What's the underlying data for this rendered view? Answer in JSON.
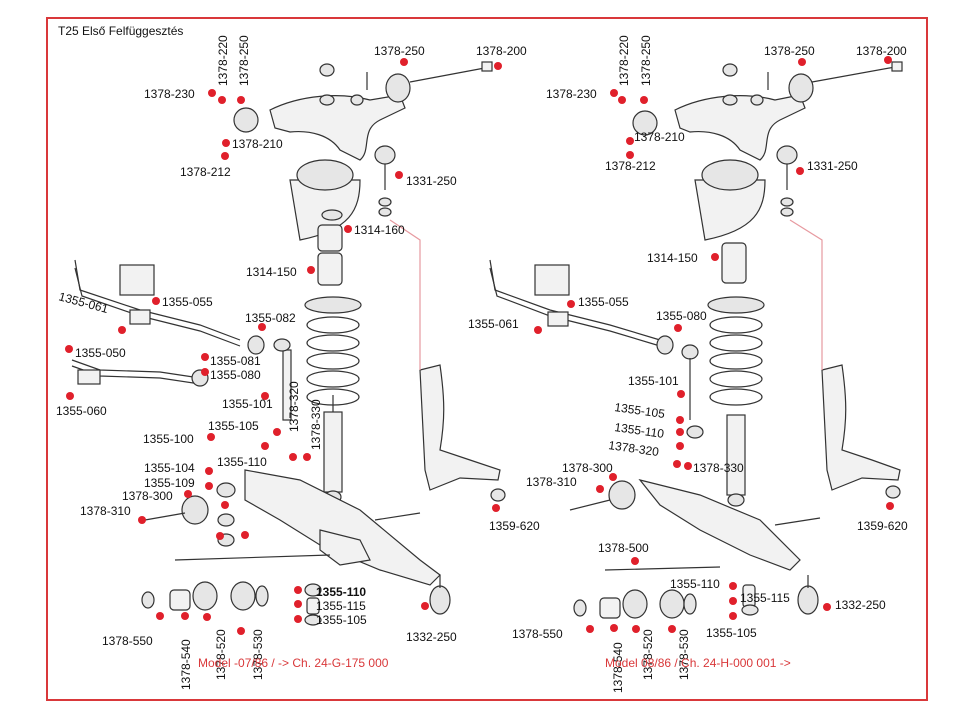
{
  "title": "T25 Első Felfüggesztés",
  "colors": {
    "frame": "#d9383a",
    "dot": "#e0202b",
    "caption": "#d9383a"
  },
  "left": {
    "caption": "Model -07/86 / -> Ch. 24-G-175 000",
    "labels": {
      "l1378_220": "1378-220",
      "l1378_250a": "1378-250",
      "l1378_250b": "1378-250",
      "l1378_200": "1378-200",
      "l1378_230": "1378-230",
      "l1378_210": "1378-210",
      "l1378_212": "1378-212",
      "l1331_250": "1331-250",
      "l1314_160": "1314-160",
      "l1314_150": "1314-150",
      "l1355_061": "1355-061",
      "l1355_055": "1355-055",
      "l1355_082": "1355-082",
      "l1355_050": "1355-050",
      "l1355_081": "1355-081",
      "l1355_080": "1355-080",
      "l1355_060": "1355-060",
      "l1355_101": "1355-101",
      "l1378_320": "1378-320",
      "l1378_330": "1378-330",
      "l1355_105a": "1355-105",
      "l1355_100": "1355-100",
      "l1355_110a": "1355-110",
      "l1355_104": "1355-104",
      "l1355_109": "1355-109",
      "l1378_300": "1378-300",
      "l1378_310": "1378-310",
      "l1359_620": "1359-620",
      "l1355_110b": "1355-110",
      "l1355_115": "1355-115",
      "l1355_105b": "1355-105",
      "l1378_550": "1378-550",
      "l1378_540": "1378-540",
      "l1378_520": "1378-520",
      "l1378_530": "1378-530",
      "l1332_250": "1332-250"
    }
  },
  "right": {
    "caption": "Model 08/86 / Ch. 24-H-000 001 ->",
    "labels": {
      "r1378_220": "1378-220",
      "r1378_250a": "1378-250",
      "r1378_250b": "1378-250",
      "r1378_200": "1378-200",
      "r1378_230": "1378-230",
      "r1378_210": "1378-210",
      "r1378_212": "1378-212",
      "r1331_250": "1331-250",
      "r1314_150": "1314-150",
      "r1355_055": "1355-055",
      "r1355_061": "1355-061",
      "r1355_080": "1355-080",
      "r1355_101": "1355-101",
      "r1355_105a": "1355-105",
      "r1355_110a": "1355-110",
      "r1378_320": "1378-320",
      "r1378_330": "1378-330",
      "r1378_300": "1378-300",
      "r1378_310": "1378-310",
      "r1359_620": "1359-620",
      "r1378_500": "1378-500",
      "r1355_110b": "1355-110",
      "r1355_115": "1355-115",
      "r1332_250": "1332-250",
      "r1378_550": "1378-550",
      "r1378_540": "1378-540",
      "r1378_520": "1378-520",
      "r1378_530": "1378-530",
      "r1355_105b": "1355-105"
    }
  }
}
